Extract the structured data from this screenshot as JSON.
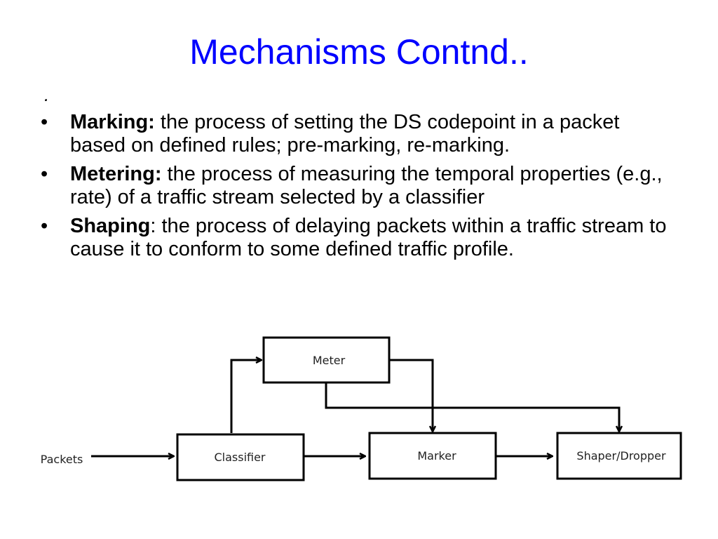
{
  "slide": {
    "title": "Mechanisms Contnd..",
    "stray_mark": ".",
    "bullets": [
      {
        "symbol": "•",
        "term": "Marking:",
        "text": " the process of setting the DS codepoint in a packet based on defined rules; pre-marking, re-marking."
      },
      {
        "symbol": "•",
        "term": "Metering:",
        "text": " the process of measuring the temporal properties (e.g., rate) of a traffic stream selected by a classifier"
      },
      {
        "symbol": "•",
        "term": "Shaping",
        "text": ": the process of delaying packets within a traffic stream to cause it to conform to some defined traffic profile."
      }
    ]
  },
  "diagram": {
    "input_label": "Packets",
    "meter": "Meter",
    "classifier": "Classifier",
    "marker": "Marker",
    "shaper": "Shaper/Dropper"
  }
}
